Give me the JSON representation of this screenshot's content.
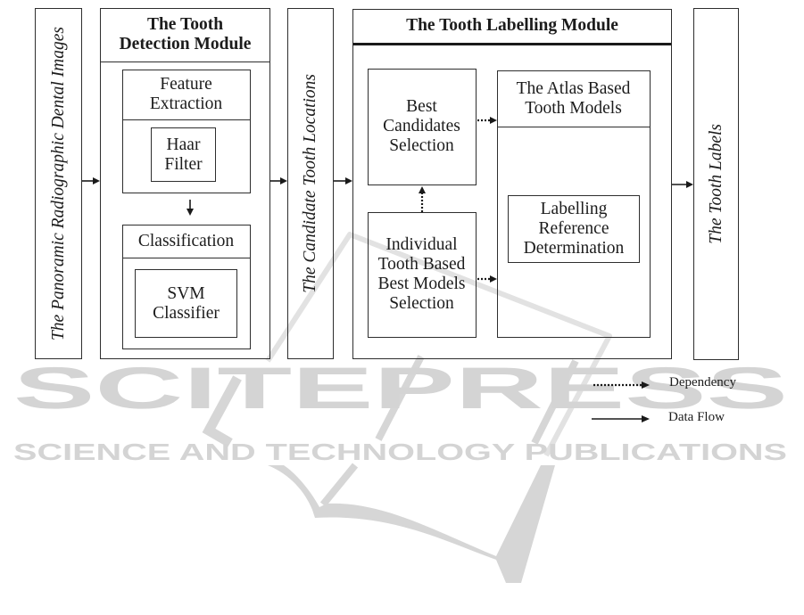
{
  "diagram": {
    "input_label": "The Panoramic Radiographic Dental Images",
    "detection_module": {
      "title": "The Tooth\nDetection Module",
      "feature_extraction": {
        "title": "Feature\nExtraction",
        "inner": "Haar\nFilter"
      },
      "classification": {
        "title": "Classification",
        "inner": "SVM\nClassifier"
      }
    },
    "candidate_label": "The Candidate Tooth Locations",
    "labelling_module": {
      "title": "The Tooth Labelling Module",
      "best_candidates": "Best\nCandidates\nSelection",
      "individual_models": "Individual\nTooth Based\nBest Models\nSelection",
      "atlas_models": {
        "title": "The Atlas Based\nTooth Models",
        "inner": "Labelling\nReference\nDetermination"
      }
    },
    "output_label": "The Tooth Labels"
  },
  "legend": {
    "dependency": "Dependency",
    "data_flow": "Data Flow"
  },
  "watermark": {
    "brand": "SCITEPRESS",
    "tagline": "SCIENCE AND TECHNOLOGY PUBLICATIONS",
    "color": "#d4d4d4"
  }
}
